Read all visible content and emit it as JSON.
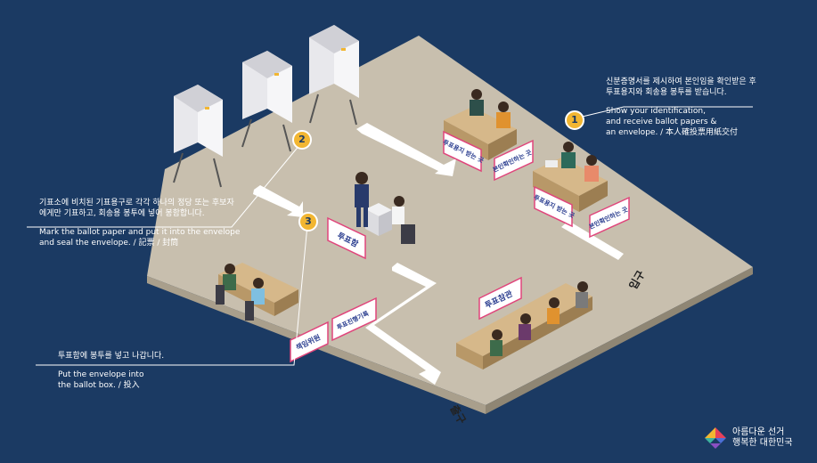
{
  "colors": {
    "background": "#1b3a63",
    "floor": "#c8bfae",
    "accent": "#f2b632",
    "sign_text": "#2a3d8f",
    "sign_border": "#e0457b"
  },
  "steps": [
    {
      "number": "1",
      "ko": "신분증명서를 제시하여 본인임을 확인받은 후\n투표용지와 회송용 봉투를 받습니다.",
      "en": "Show your identification,\nand receive ballot papers &\nan envelope. / 本人確投票用紙交付"
    },
    {
      "number": "2",
      "ko": "기표소에 비치된 기표용구로 각각 하나의 정당 또는 후보자\n에게만 기표하고, 회송용 봉투에 넣어 봉함합니다.",
      "en": "Mark the ballot paper and put it into the envelope\nand seal the envelope. / 記票 / 封筒"
    },
    {
      "number": "3",
      "ko": "투표함에 봉투를 넣고 나갑니다.",
      "en": "Put the envelope into\nthe ballot box. / 投入"
    }
  ],
  "signs": {
    "paper_desk": "투표용지 받는 곳",
    "id_desk": "본인확인하는 곳",
    "ballot_box": "투표함",
    "observer": "투표참관",
    "manager": "책임위원",
    "record": "투표진행기록"
  },
  "doors": {
    "entrance": "입구",
    "exit": "출구"
  },
  "brand": {
    "line1": "아름다운 선거",
    "line2": "행복한 대한민국"
  }
}
